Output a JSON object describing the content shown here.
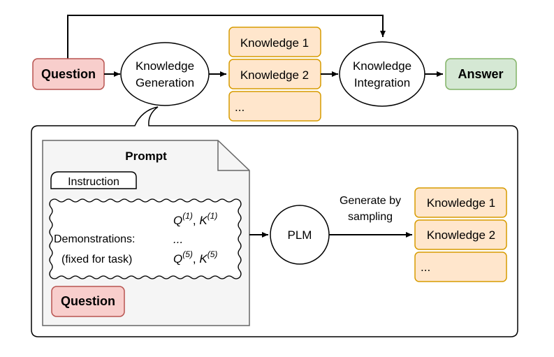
{
  "pipeline": {
    "question": "Question",
    "knowledge_generation": [
      "Knowledge",
      "Generation"
    ],
    "knowledge_items": [
      "Knowledge 1",
      "Knowledge 2",
      "..."
    ],
    "knowledge_integration": [
      "Knowledge",
      "Integration"
    ],
    "answer": "Answer"
  },
  "detail": {
    "prompt_title": "Prompt",
    "instruction": "Instruction",
    "demonstrations_label": "Demonstrations:",
    "demonstrations_note": "(fixed for task)",
    "demo_q1": "Q",
    "demo_q1_sup": "(1)",
    "demo_k1": "K",
    "demo_k1_sup": "(1)",
    "demo_ellipsis": "...",
    "demo_q5": "Q",
    "demo_q5_sup": "(5)",
    "demo_k5": "K",
    "demo_k5_sup": "(5)",
    "demo_sep": ", ",
    "question": "Question",
    "plm": "PLM",
    "generate_label": [
      "Generate by",
      "sampling"
    ],
    "knowledge_items": [
      "Knowledge 1",
      "Knowledge 2",
      "..."
    ]
  },
  "colors": {
    "question_fill": "#f8cecc",
    "question_stroke": "#b85450",
    "knowledge_fill": "#ffe6cc",
    "knowledge_stroke": "#d79b00",
    "answer_fill": "#d5e8d4",
    "answer_stroke": "#82b366",
    "prompt_fill": "#f5f5f5",
    "prompt_stroke": "#666666"
  }
}
